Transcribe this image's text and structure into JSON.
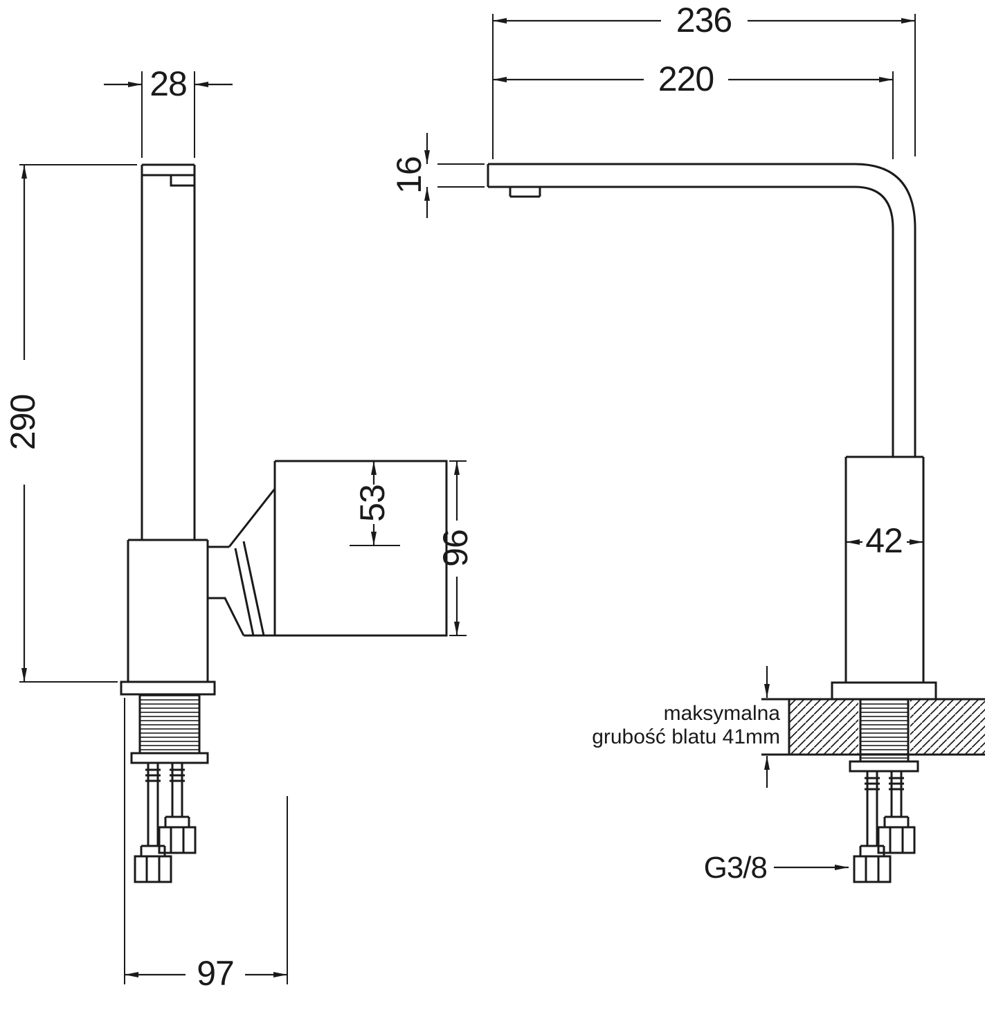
{
  "dims": {
    "spout_width": "28",
    "overall_height": "290",
    "handle_offset": "53",
    "handle_height": "96",
    "base_depth": "97",
    "overall_reach": "236",
    "spout_reach": "220",
    "spout_thickness": "16",
    "body_width": "42"
  },
  "labels": {
    "note_line1": "maksymalna",
    "note_line2": "grubość blatu 41mm",
    "connector": "G3/8"
  },
  "colors": {
    "line": "#1a1a1a",
    "background": "#ffffff"
  }
}
